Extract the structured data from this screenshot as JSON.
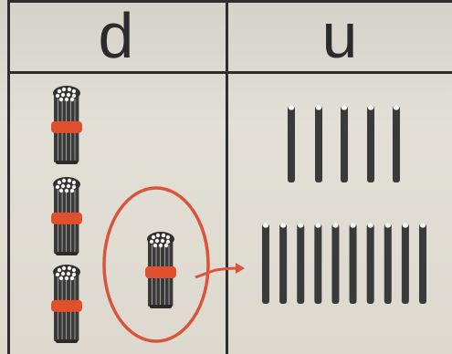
{
  "table": {
    "columns": [
      {
        "key": "d",
        "label": "d"
      },
      {
        "key": "u",
        "label": "u"
      }
    ]
  },
  "content": {
    "bundle_count": 3,
    "bundle_being_split_count": 1,
    "upper_unit_sticks": 5,
    "lower_unit_sticks": 10
  },
  "colors": {
    "stick": "#3a3a3a",
    "band": "#e0502e",
    "circle": "#d9553a",
    "arrow": "#d9553a",
    "frame": "#2e2e2e"
  }
}
